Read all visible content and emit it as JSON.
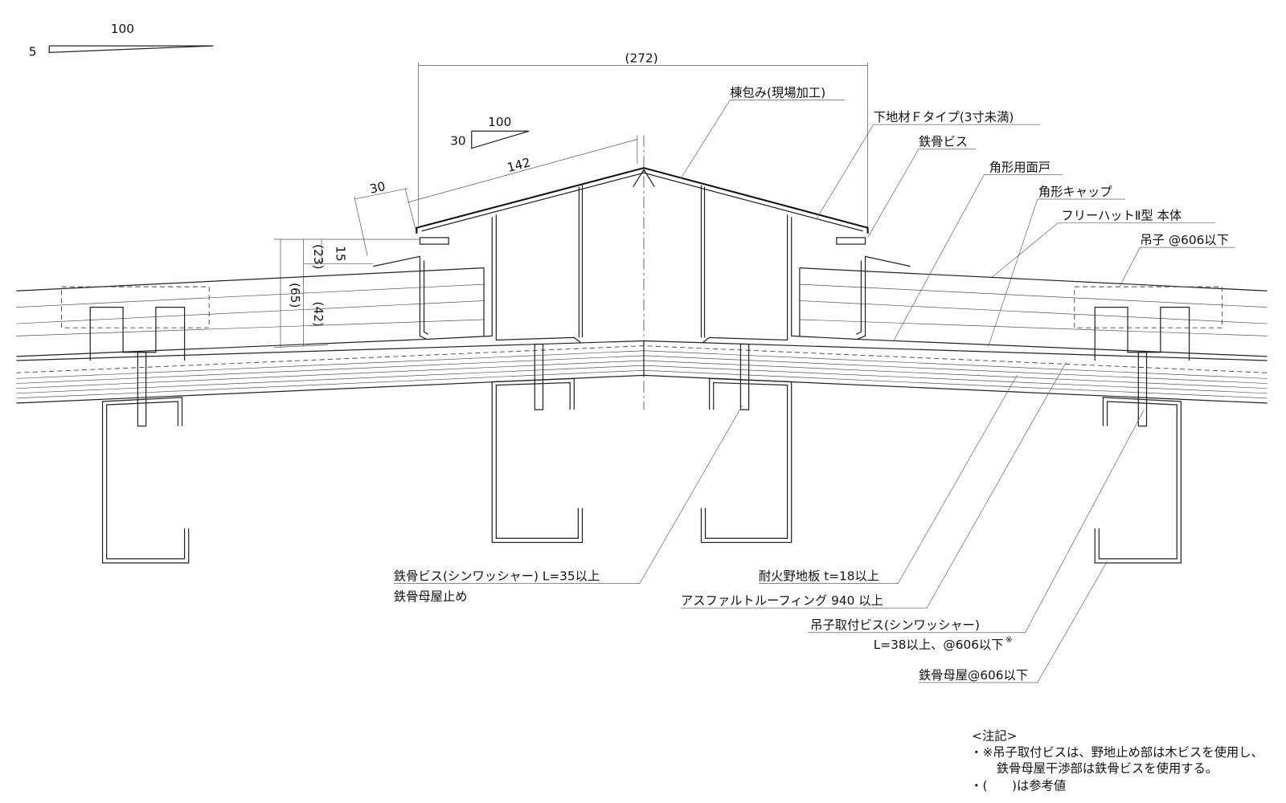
{
  "slope_markers": [
    {
      "rise": "5",
      "run": "100"
    },
    {
      "rise": "30",
      "run": "100"
    }
  ],
  "dimensions": {
    "width_total": "(272)",
    "slope_length": "142",
    "overhang": "30",
    "d15": "15",
    "d23": "(23)",
    "d65": "(65)",
    "d42": "(42)"
  },
  "labels": {
    "ridge_wrap": "棟包み(現場加工)",
    "base_f_type": "下地材Ｆタイプ(3寸未満)",
    "steel_screw": "鉄骨ビス",
    "square_face_door": "角形用面戸",
    "square_cap": "角形キャップ",
    "free_hat_body": "フリーハットⅡ型 本体",
    "hanger": "吊子 @606以下",
    "steel_screw_washer": "鉄骨ビス(シンワッシャー) L=35以上",
    "purlin_stop": "鉄骨母屋止め",
    "fireproof_board": "耐火野地板 t=18以上",
    "asphalt_roofing": "アスファルトルーフィング 940 以上",
    "hanger_screw": "吊子取付ビス(シンワッシャー)",
    "hanger_screw_spec": "L=38以上、@606以下",
    "hanger_screw_mark": "※",
    "steel_purlin": "鉄骨母屋@606以下"
  },
  "notes": {
    "title": "<注記>",
    "line1": "・※吊子取付ビスは、野地止め部は木ビスを使用し、",
    "line2": "鉄骨母屋干渉部は鉄骨ビスを使用する。",
    "line3": "・(　　)は参考値"
  }
}
